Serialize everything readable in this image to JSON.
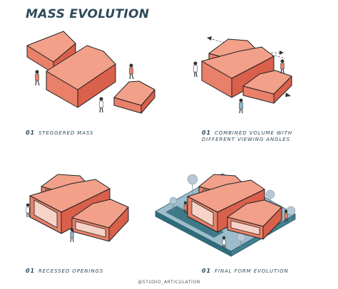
{
  "title": "MASS EVOLUTION",
  "steps": [
    {
      "num": "01",
      "label": "STEGGERED MASS"
    },
    {
      "num": "01",
      "label_line1": "COMBINED VOLUME WITH",
      "label_line2": "DIFFERENT VIEWING ANGLES"
    },
    {
      "num": "01",
      "label": "RECESSED OPENINGS"
    },
    {
      "num": "01",
      "label": "FINAL FORM EVOLUTION"
    }
  ],
  "credit": "@STUDIO_ARTICULATION",
  "colors": {
    "roof": "#f2a08a",
    "side": "#e8806a",
    "front": "#d9604a",
    "outline": "#222222",
    "base": "#8fb3c2",
    "base_dark": "#2f6d7d",
    "tree": "#a9bfd0",
    "title": "#2f4a5a"
  }
}
